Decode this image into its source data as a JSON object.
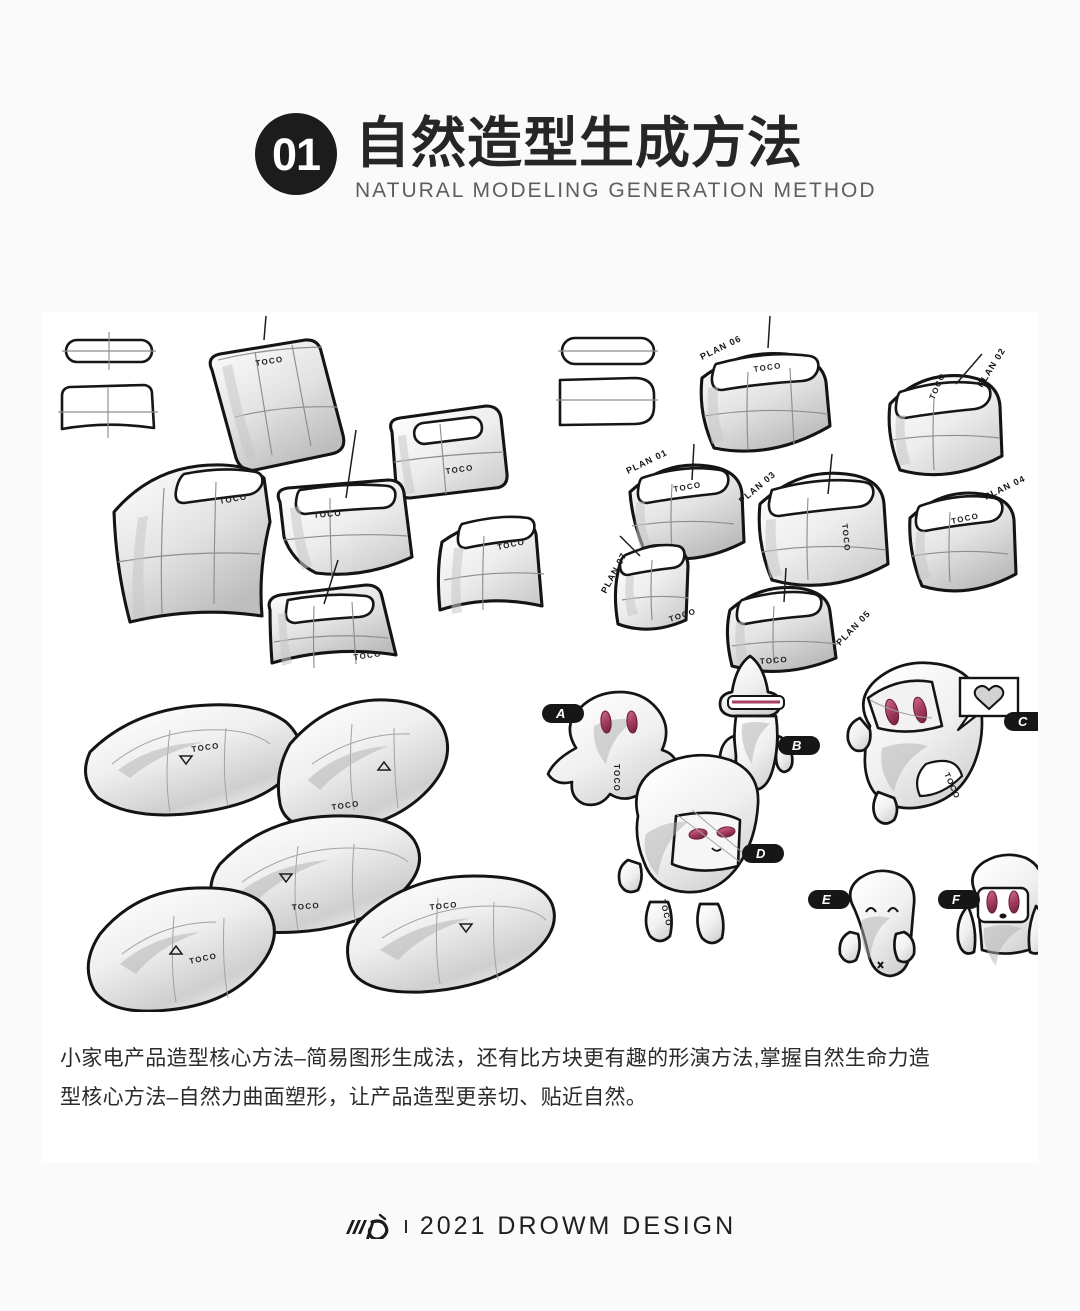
{
  "header": {
    "section_number": "01",
    "title_cn": "自然造型生成方法",
    "title_en": "NATURAL MODELING GENERATION METHOD"
  },
  "sketchboard": {
    "brand_mark": "TOCO",
    "quadrants": {
      "top_left": {
        "name": "simple-block-forms",
        "description": "Pencil sketches of rounded trapezoidal block volumes with construction grid lines, plus two flat orthographic outline studies at upper left."
      },
      "top_right": {
        "name": "plan-variation-forms",
        "description": "Pencil sketches of organic curved block volumes annotated with PLAN callouts, plus two flat pill outline studies at upper left."
      },
      "bottom_left": {
        "name": "organic-cushion-forms",
        "description": "Five soft pebble/cushion shaded forms with TOCO marks and arrow indicators."
      },
      "bottom_right": {
        "name": "character-concepts",
        "description": "Six cartoon robot/mascot character concepts with pink eyes, a heart speech bubble and lettered callout badges."
      }
    },
    "plan_labels": [
      "PLAN 01",
      "PLAN 02",
      "PLAN 03",
      "PLAN 04",
      "PLAN 05",
      "PLAN 06",
      "PLAN 07"
    ],
    "character_badges": [
      "A",
      "B",
      "C",
      "D",
      "E",
      "F"
    ],
    "speech_bubble_icon": "heart-icon",
    "colors": {
      "ink": "#1a1a1a",
      "pencil_shade": "#b9b9b9",
      "eye_pink": "#a83f63",
      "eye_pink_light": "#cf6d92",
      "badge_black": "#161616",
      "card_background": "#ffffff"
    }
  },
  "caption": {
    "line1": "小家电产品造型核心方法–简易图形生成法，还有比方块更有趣的形演方法,掌握自然生命力造",
    "line2": "型核心方法–自然力曲面塑形，让产品造型更亲切、贴近自然。"
  },
  "footer": {
    "logo_name": "drowm-logo",
    "text": "2021 DROWM DESIGN"
  }
}
